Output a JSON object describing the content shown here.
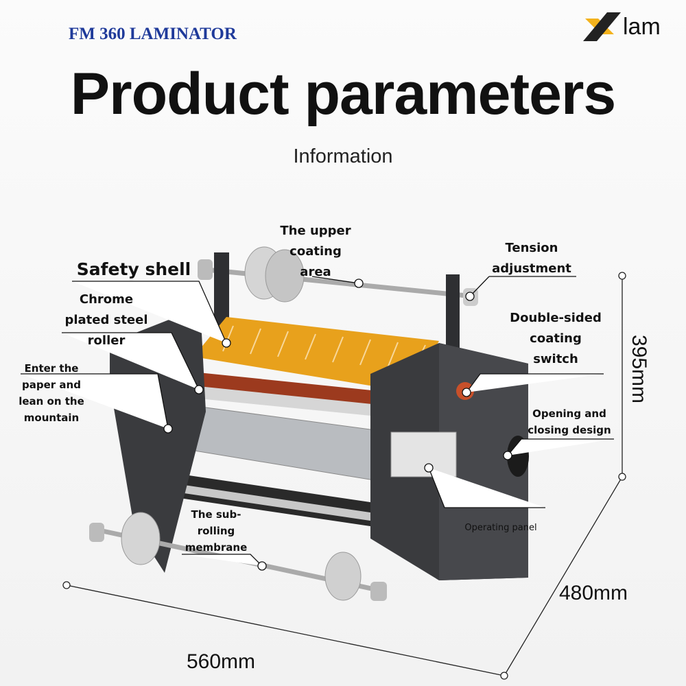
{
  "header": {
    "product": "FM 360 LAMINATOR",
    "title": "Product parameters",
    "subtitle": "Information",
    "logo": "lam"
  },
  "labels": {
    "upper_coating": "The upper coating area",
    "tension": "Tension adjustment",
    "safety_shell": "Safety shell",
    "chrome_roller": "Chrome plated steel roller",
    "double_sided": "Double-sided coating switch",
    "enter_paper": "Enter the paper and lean on the mountain",
    "open_close": "Opening and closing design",
    "sub_rolling": "The sub-rolling membrane",
    "operating_panel": "Operating panel"
  },
  "dimensions": {
    "height": "395mm",
    "depth": "480mm",
    "width": "560mm"
  },
  "colors": {
    "brand_blue": "#1f3a9a",
    "housing": "#3a3b3e",
    "tray_orange": "#e8a11c",
    "logo_yellow": "#f3b21c"
  }
}
